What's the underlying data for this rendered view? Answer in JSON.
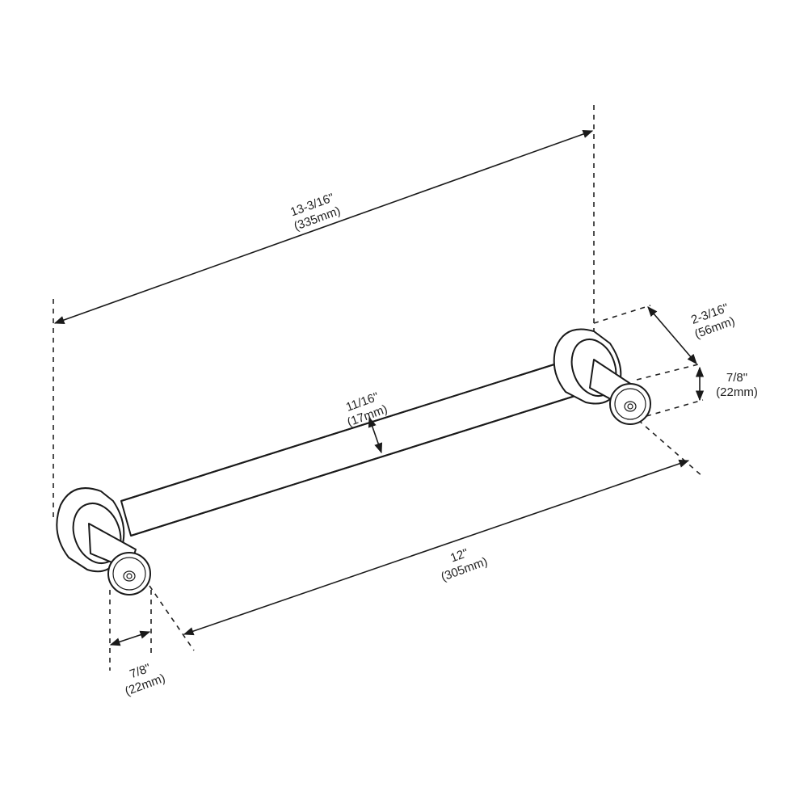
{
  "diagram": {
    "subject": "cabinet pull handle dimension drawing",
    "line_color": "#1a1a1a",
    "background": "#ffffff",
    "dimensions": {
      "overall_length": {
        "imperial": "13-3/16\"",
        "metric": "(335mm)"
      },
      "center_to_center": {
        "imperial": "12\"",
        "metric": "(305mm)"
      },
      "bar_diameter": {
        "imperial": "11/16\"",
        "metric": "(17mm)"
      },
      "projection": {
        "imperial": "2-3/16\"",
        "metric": "(56mm)"
      },
      "post_diameter_right": {
        "imperial": "7/8\"",
        "metric": "(22mm)"
      },
      "post_diameter_left": {
        "imperial": "7/8\"",
        "metric": "(22mm)"
      }
    }
  }
}
